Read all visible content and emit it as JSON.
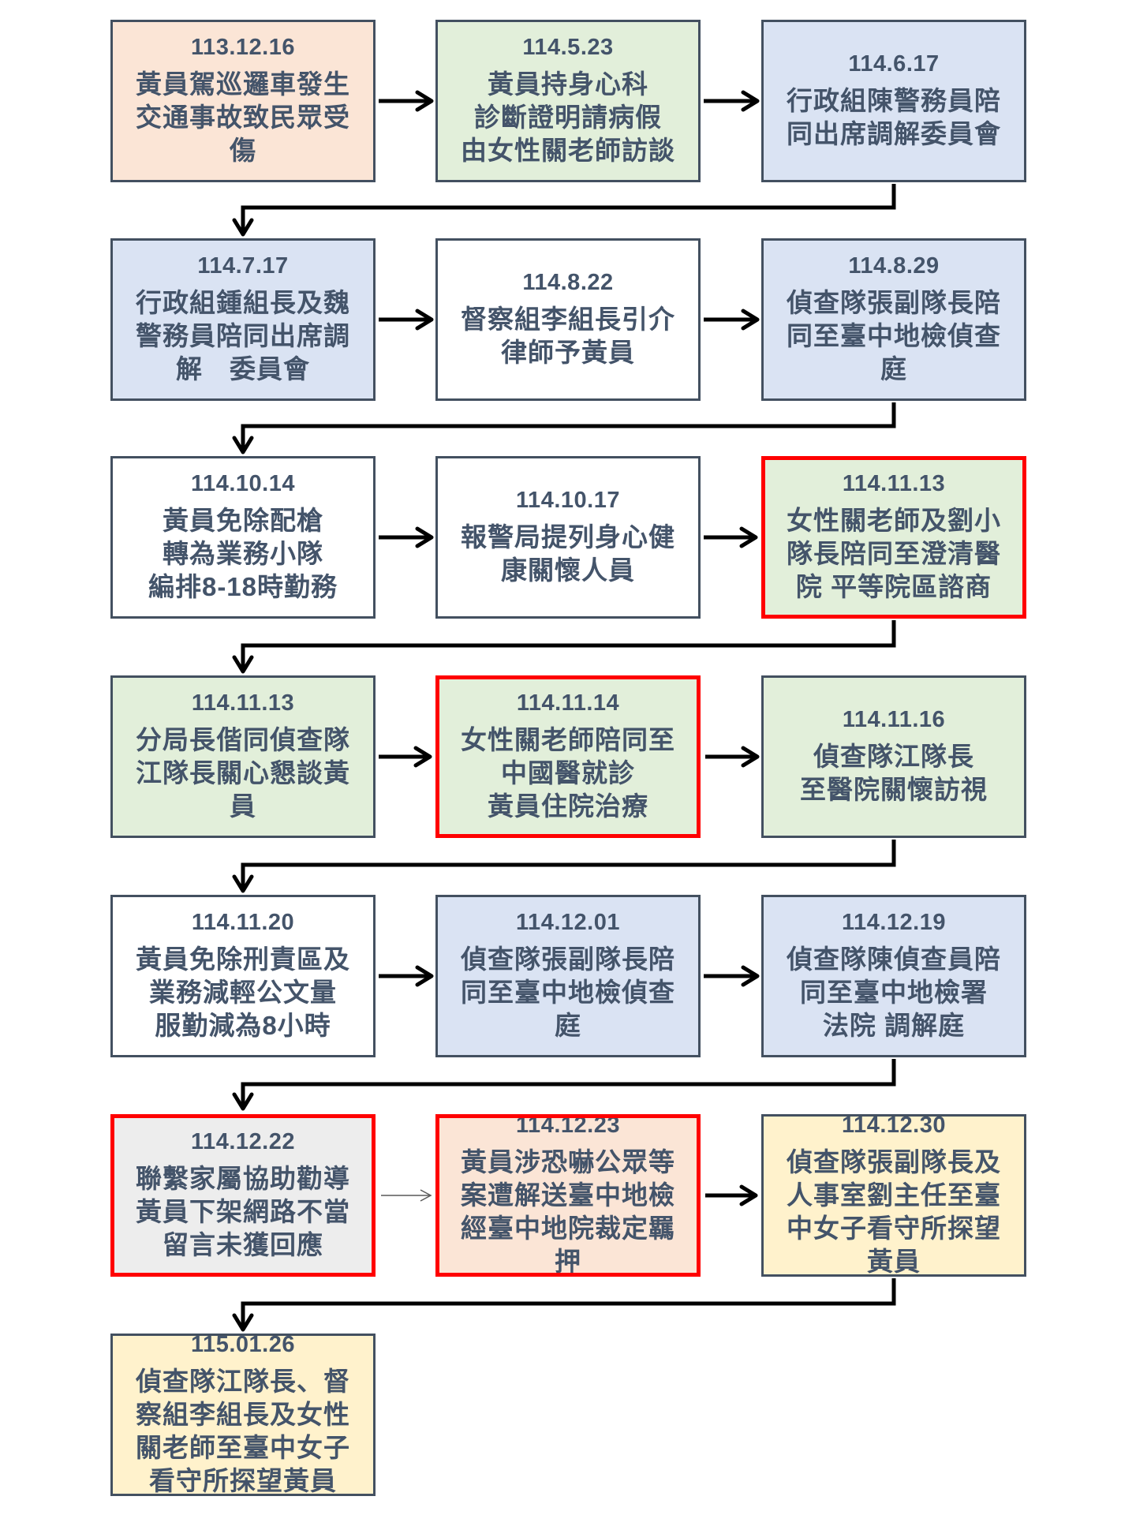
{
  "diagram_title": "timeline-flowchart-of-officer-huang-case-events",
  "colors": {
    "text": "#44546A",
    "box_border": "#435060",
    "highlight_border": "#FF0000",
    "arrow": "#000000",
    "thin_arrow": "#595959",
    "bg_peach": "#FBE5D6",
    "bg_green": "#E2EFDA",
    "bg_blue": "#DAE3F3",
    "bg_white": "#FFFFFF",
    "bg_gray": "#EDEDED",
    "bg_yellow": "#FFF2CC"
  },
  "rows": [
    {
      "boxes": [
        {
          "date": "113.12.16",
          "text": "黃員駕巡邏車發生\n交通事故致民眾受\n傷",
          "bg": "peach",
          "red_border": false
        },
        {
          "date": "114.5.23",
          "text": "黃員持身心科\n診斷證明請病假\n由女性關老師訪談",
          "bg": "green",
          "red_border": false
        },
        {
          "date": "114.6.17",
          "text": "行政組陳警務員陪\n同出席調解委員會",
          "bg": "blue",
          "red_border": false
        }
      ]
    },
    {
      "boxes": [
        {
          "date": "114.7.17",
          "text": "行政組鍾組長及魏\n警務員陪同出席調\n解　委員會",
          "bg": "blue",
          "red_border": false
        },
        {
          "date": "114.8.22",
          "text": "督察組李組長引介\n律師予黃員",
          "bg": "white",
          "red_border": false
        },
        {
          "date": "114.8.29",
          "text": "偵查隊張副隊長陪\n同至臺中地檢偵查\n庭",
          "bg": "blue",
          "red_border": false
        }
      ]
    },
    {
      "boxes": [
        {
          "date": "114.10.14",
          "text": "黃員免除配槍\n轉為業務小隊\n編排8-18時勤務",
          "bg": "white",
          "red_border": false
        },
        {
          "date": "114.10.17",
          "text": "報警局提列身心健\n康關懷人員",
          "bg": "white",
          "red_border": false
        },
        {
          "date": "114.11.13",
          "text": "女性關老師及劉小\n隊長陪同至澄清醫\n院 平等院區諮商",
          "bg": "green",
          "red_border": true
        }
      ]
    },
    {
      "boxes": [
        {
          "date": "114.11.13",
          "text": "分局長偕同偵查隊\n江隊長關心懇談黃\n員",
          "bg": "green",
          "red_border": false
        },
        {
          "date": "114.11.14",
          "text": "女性關老師陪同至\n中國醫就診\n黃員住院治療",
          "bg": "green",
          "red_border": true
        },
        {
          "date": "114.11.16",
          "text": "偵查隊江隊長\n至醫院關懷訪視",
          "bg": "green",
          "red_border": false
        }
      ]
    },
    {
      "boxes": [
        {
          "date": "114.11.20",
          "text": "黃員免除刑責區及\n業務減輕公文量\n服勤減為8小時",
          "bg": "white",
          "red_border": false
        },
        {
          "date": "114.12.01",
          "text": "偵查隊張副隊長陪\n同至臺中地檢偵查\n庭",
          "bg": "blue",
          "red_border": false
        },
        {
          "date": "114.12.19",
          "text": "偵查隊陳偵查員陪\n同至臺中地檢署\n法院 調解庭",
          "bg": "blue",
          "red_border": false
        }
      ]
    },
    {
      "boxes": [
        {
          "date": "114.12.22",
          "text": "聯繫家屬協助勸導\n黃員下架網路不當\n留言未獲回應",
          "bg": "gray",
          "red_border": true
        },
        {
          "date": "114.12.23",
          "text": "黃員涉恐嚇公眾等\n案遭解送臺中地檢\n經臺中地院裁定羈\n押",
          "bg": "peach",
          "red_border": true
        },
        {
          "date": "114.12.30",
          "text": "偵查隊張副隊長及\n人事室劉主任至臺\n中女子看守所探望\n黃員",
          "bg": "yellow",
          "red_border": false
        }
      ]
    },
    {
      "boxes": [
        {
          "date": "115.01.26",
          "text": "偵查隊江隊長、督\n察組李組長及女性\n關老師至臺中女子\n看守所探望黃員",
          "bg": "yellow",
          "red_border": false
        }
      ]
    }
  ]
}
